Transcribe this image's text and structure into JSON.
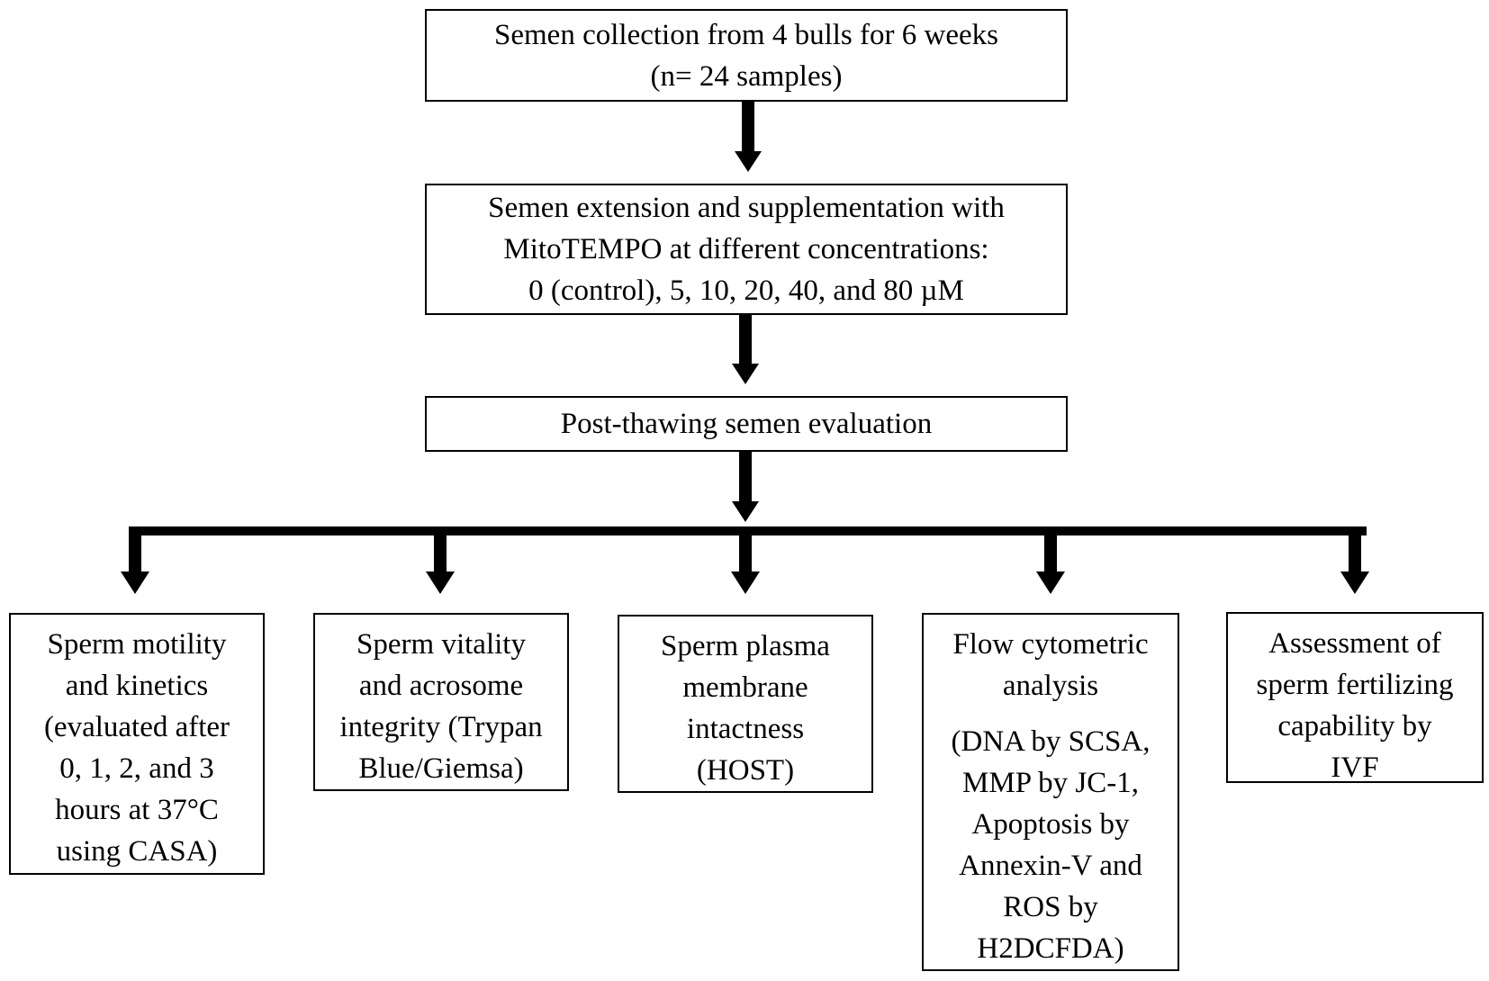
{
  "steps": {
    "collection": [
      "Semen collection from 4 bulls for 6 weeks",
      "(n= 24 samples)"
    ],
    "extension": [
      "Semen extension and supplementation with",
      "MitoTEMPO at different concentrations:",
      "0 (control), 5, 10, 20, 40, and 80 µM"
    ],
    "evaluation": [
      "Post-thawing semen evaluation"
    ]
  },
  "outcomes": {
    "motility": [
      "Sperm motility",
      "and kinetics",
      "(evaluated after",
      "0, 1, 2, and 3",
      "hours at 37°C",
      "using CASA)"
    ],
    "vitality": [
      "Sperm vitality",
      "and acrosome",
      "integrity (Trypan",
      "Blue/Giemsa)"
    ],
    "membrane": [
      "Sperm plasma",
      "membrane",
      "intactness",
      "(HOST)"
    ],
    "flow_title": [
      "Flow cytometric",
      "analysis"
    ],
    "flow_detail": [
      "(DNA by SCSA,",
      "MMP by JC-1,",
      "Apoptosis by",
      "Annexin-V and",
      "ROS by",
      "H2DCFDA)"
    ],
    "ivf": [
      "Assessment of",
      "sperm fertilizing",
      "capability by",
      "IVF"
    ]
  }
}
